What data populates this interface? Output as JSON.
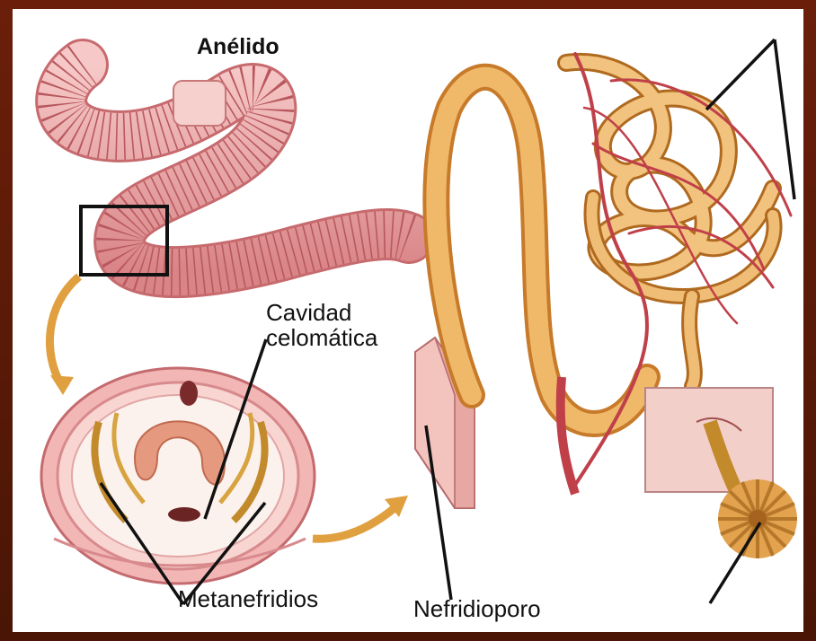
{
  "title": "Anélido",
  "labels": {
    "cavidad_line1": "Cavidad",
    "cavidad_line2": "celomática",
    "metanefridios": "Metanefridios",
    "nefridioporo": "Nefridioporo"
  },
  "colors": {
    "frame": "#5a1a08",
    "worm": "#e9a3a4",
    "nephridium": "#e2a24e",
    "vessels": "#c0404a",
    "arrow": "#e0a040"
  }
}
